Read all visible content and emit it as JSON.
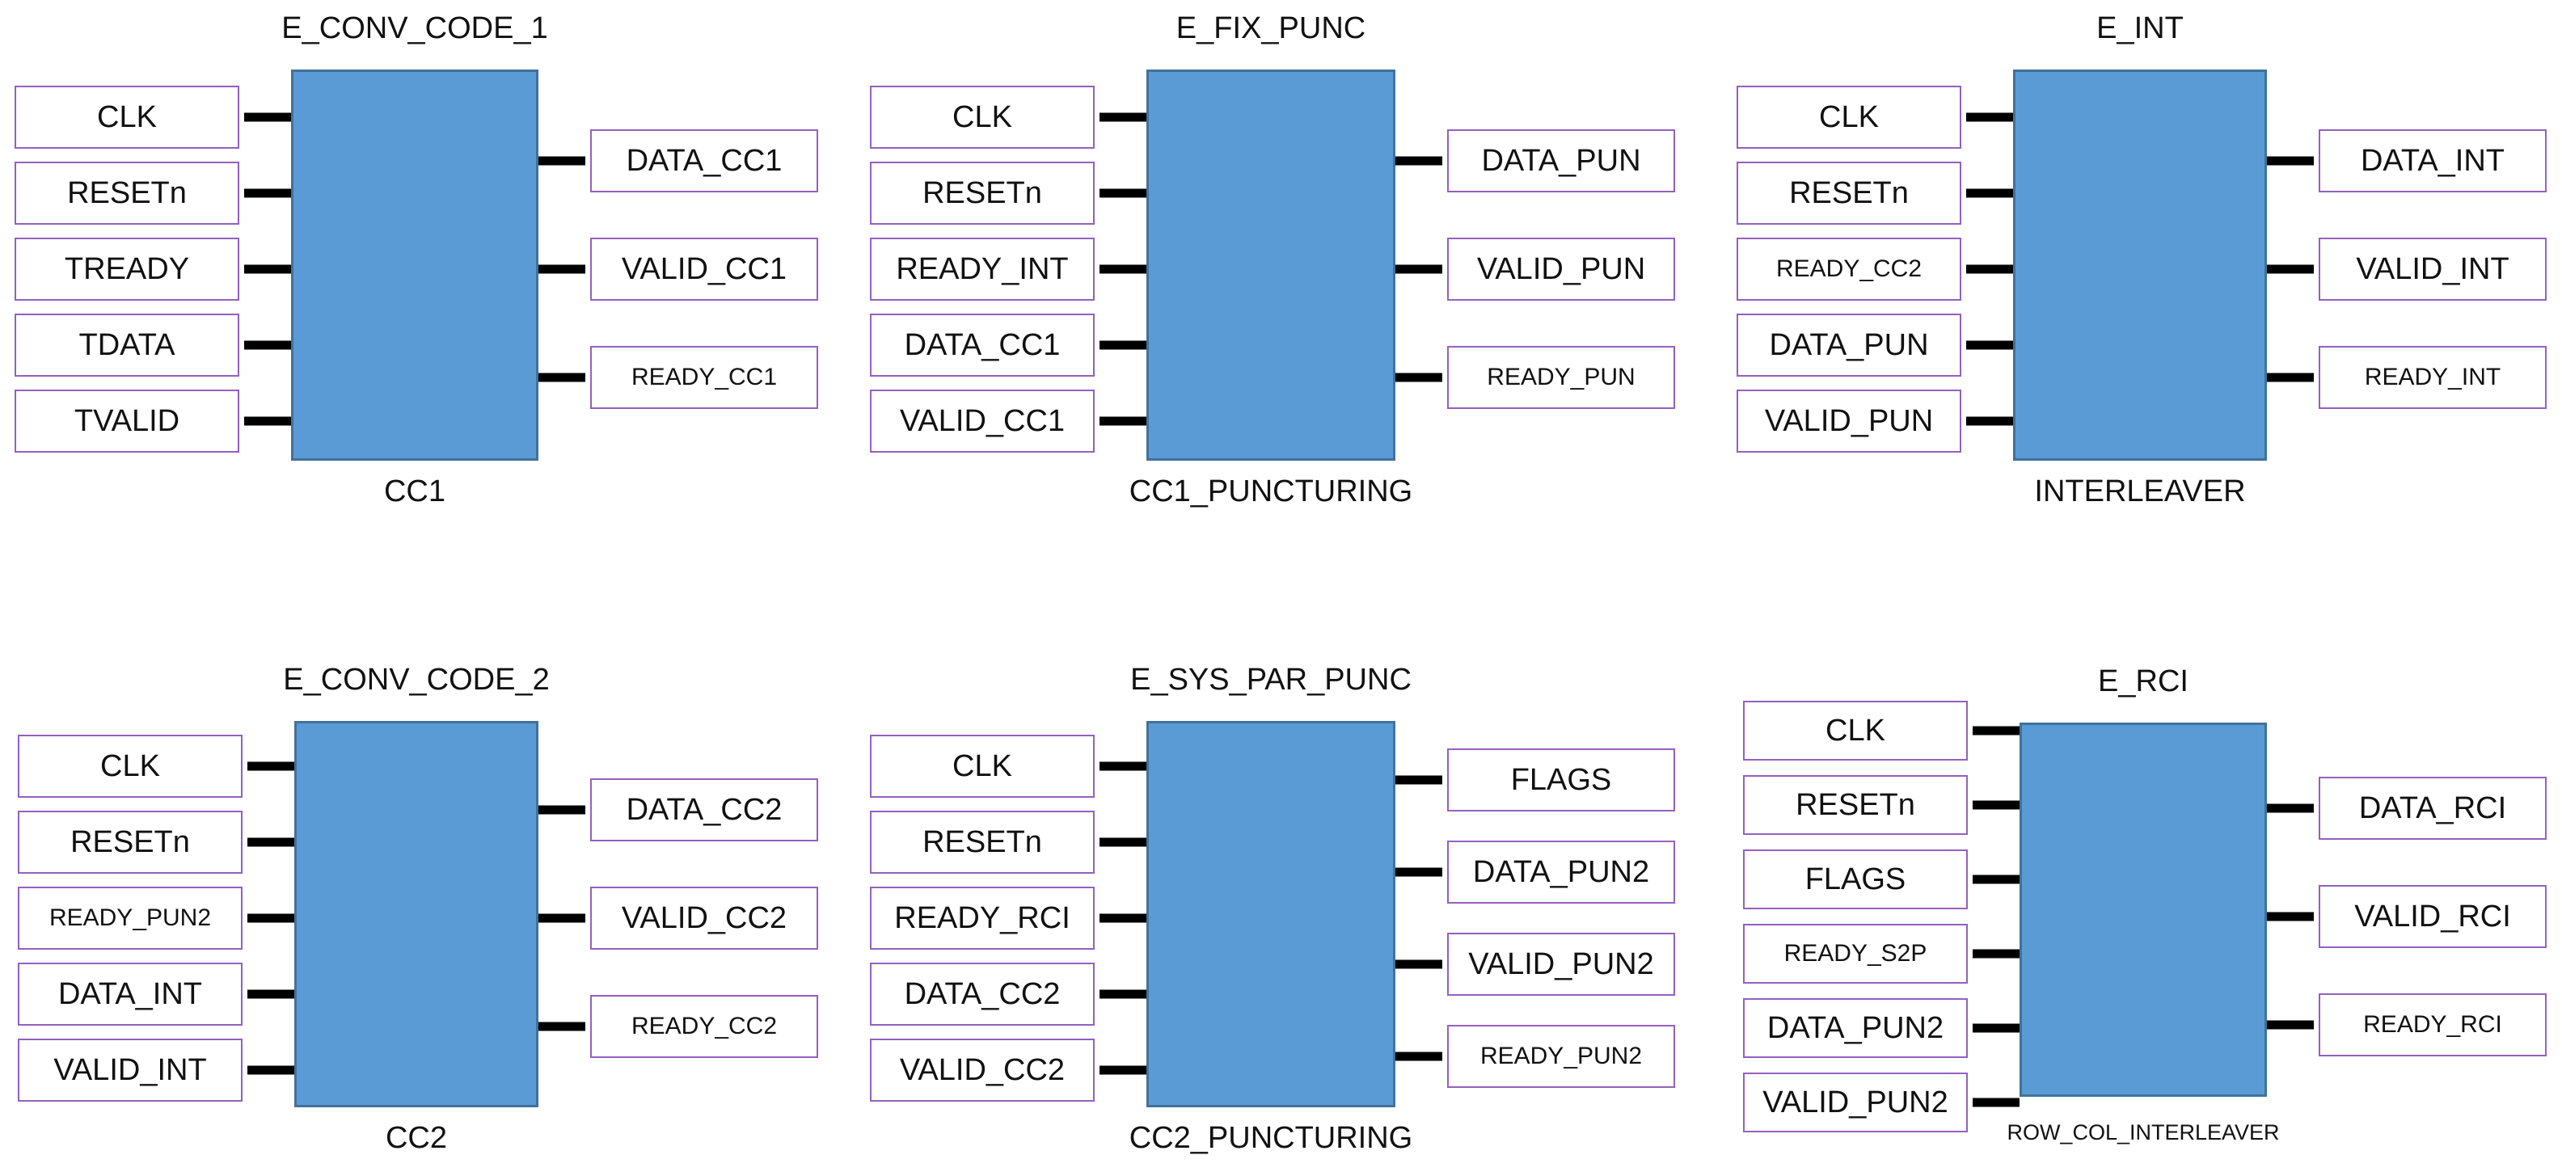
{
  "diagram": {
    "description": "Six hardware entity blocks with input port boxes on the left, output port boxes on the right, entity title above and instance name below each block"
  },
  "colors": {
    "background": "#ffffff",
    "block_fill": "#5b9bd5",
    "block_border": "#41719c",
    "port_border": "#9460bf",
    "stub": "#000000",
    "text": "#111111"
  },
  "blocks": [
    {
      "title": "E_CONV_CODE_1",
      "name": "CC1",
      "inputs": [
        {
          "label": "CLK"
        },
        {
          "label": "RESETn"
        },
        {
          "label": "TREADY"
        },
        {
          "label": "TDATA"
        },
        {
          "label": "TVALID"
        }
      ],
      "outputs": [
        {
          "label": "DATA_CC1"
        },
        {
          "label": "VALID_CC1"
        },
        {
          "label": "READY_CC1",
          "small": true
        }
      ]
    },
    {
      "title": "E_FIX_PUNC",
      "name": "CC1_PUNCTURING",
      "inputs": [
        {
          "label": "CLK"
        },
        {
          "label": "RESETn"
        },
        {
          "label": "READY_INT"
        },
        {
          "label": "DATA_CC1"
        },
        {
          "label": "VALID_CC1"
        }
      ],
      "outputs": [
        {
          "label": "DATA_PUN"
        },
        {
          "label": "VALID_PUN"
        },
        {
          "label": "READY_PUN",
          "small": true
        }
      ]
    },
    {
      "title": "E_INT",
      "name": "INTERLEAVER",
      "inputs": [
        {
          "label": "CLK"
        },
        {
          "label": "RESETn"
        },
        {
          "label": "READY_CC2",
          "small": true
        },
        {
          "label": "DATA_PUN"
        },
        {
          "label": "VALID_PUN"
        }
      ],
      "outputs": [
        {
          "label": "DATA_INT"
        },
        {
          "label": "VALID_INT"
        },
        {
          "label": "READY_INT",
          "small": true
        }
      ]
    },
    {
      "title": "E_CONV_CODE_2",
      "name": "CC2",
      "inputs": [
        {
          "label": "CLK"
        },
        {
          "label": "RESETn"
        },
        {
          "label": "READY_PUN2",
          "small": true
        },
        {
          "label": "DATA_INT"
        },
        {
          "label": "VALID_INT"
        }
      ],
      "outputs": [
        {
          "label": "DATA_CC2"
        },
        {
          "label": "VALID_CC2"
        },
        {
          "label": "READY_CC2",
          "small": true
        }
      ]
    },
    {
      "title": "E_SYS_PAR_PUNC",
      "name": "CC2_PUNCTURING",
      "inputs": [
        {
          "label": "CLK"
        },
        {
          "label": "RESETn"
        },
        {
          "label": "READY_RCI"
        },
        {
          "label": "DATA_CC2"
        },
        {
          "label": "VALID_CC2"
        }
      ],
      "outputs": [
        {
          "label": "FLAGS"
        },
        {
          "label": "DATA_PUN2"
        },
        {
          "label": "VALID_PUN2"
        },
        {
          "label": "READY_PUN2",
          "small": true
        }
      ]
    },
    {
      "title": "E_RCI",
      "name": "ROW_COL_INTERLEAVER",
      "inputs": [
        {
          "label": "CLK"
        },
        {
          "label": "RESETn"
        },
        {
          "label": "FLAGS"
        },
        {
          "label": "READY_S2P",
          "small": true
        },
        {
          "label": "DATA_PUN2"
        },
        {
          "label": "VALID_PUN2"
        }
      ],
      "outputs": [
        {
          "label": "DATA_RCI"
        },
        {
          "label": "VALID_RCI"
        },
        {
          "label": "READY_RCI",
          "small": true
        }
      ]
    }
  ]
}
